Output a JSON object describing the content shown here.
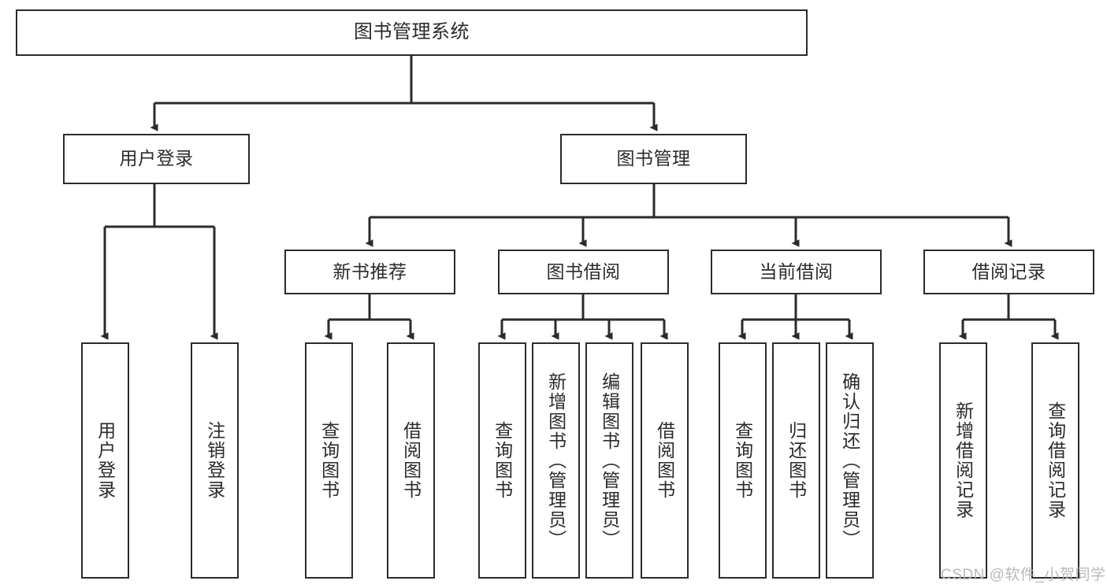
{
  "diagram": {
    "type": "tree-hierarchy",
    "title": "图书管理系统",
    "nodes": {
      "root": {
        "label": "图书管理系统"
      },
      "level2": [
        {
          "id": "user-login",
          "label": "用户登录"
        },
        {
          "id": "book-management",
          "label": "图书管理"
        }
      ],
      "level3": [
        {
          "id": "new-book-recommend",
          "label": "新书推荐"
        },
        {
          "id": "book-borrow",
          "label": "图书借阅"
        },
        {
          "id": "current-borrow",
          "label": "当前借阅"
        },
        {
          "id": "borrow-record",
          "label": "借阅记录"
        }
      ],
      "leaves": [
        {
          "id": "leaf-user-login",
          "label": "用户登录"
        },
        {
          "id": "leaf-logout-login",
          "label": "注销登录"
        },
        {
          "id": "leaf-query-book-1",
          "label": "查询图书"
        },
        {
          "id": "leaf-borrow-book-1",
          "label": "借阅图书"
        },
        {
          "id": "leaf-query-book-2",
          "label": "查询图书"
        },
        {
          "id": "leaf-add-book",
          "label": "新增图书（管理员）"
        },
        {
          "id": "leaf-edit-book",
          "label": "编辑图书（管理员）"
        },
        {
          "id": "leaf-borrow-book-2",
          "label": "借阅图书"
        },
        {
          "id": "leaf-query-book-3",
          "label": "查询图书"
        },
        {
          "id": "leaf-return-book",
          "label": "归还图书"
        },
        {
          "id": "leaf-confirm-return",
          "label": "确认归还（管理员）"
        },
        {
          "id": "leaf-add-borrow-record",
          "label": "新增借阅记录"
        },
        {
          "id": "leaf-query-borrow-record",
          "label": "查询借阅记录"
        }
      ]
    },
    "colors": {
      "stroke": "#2b2b2b",
      "fill": "#ffffff",
      "text": "#2b2b2b",
      "watermark": "#b9b9b9"
    }
  },
  "watermark": {
    "text": "CSDN @软件_小贺同学"
  }
}
